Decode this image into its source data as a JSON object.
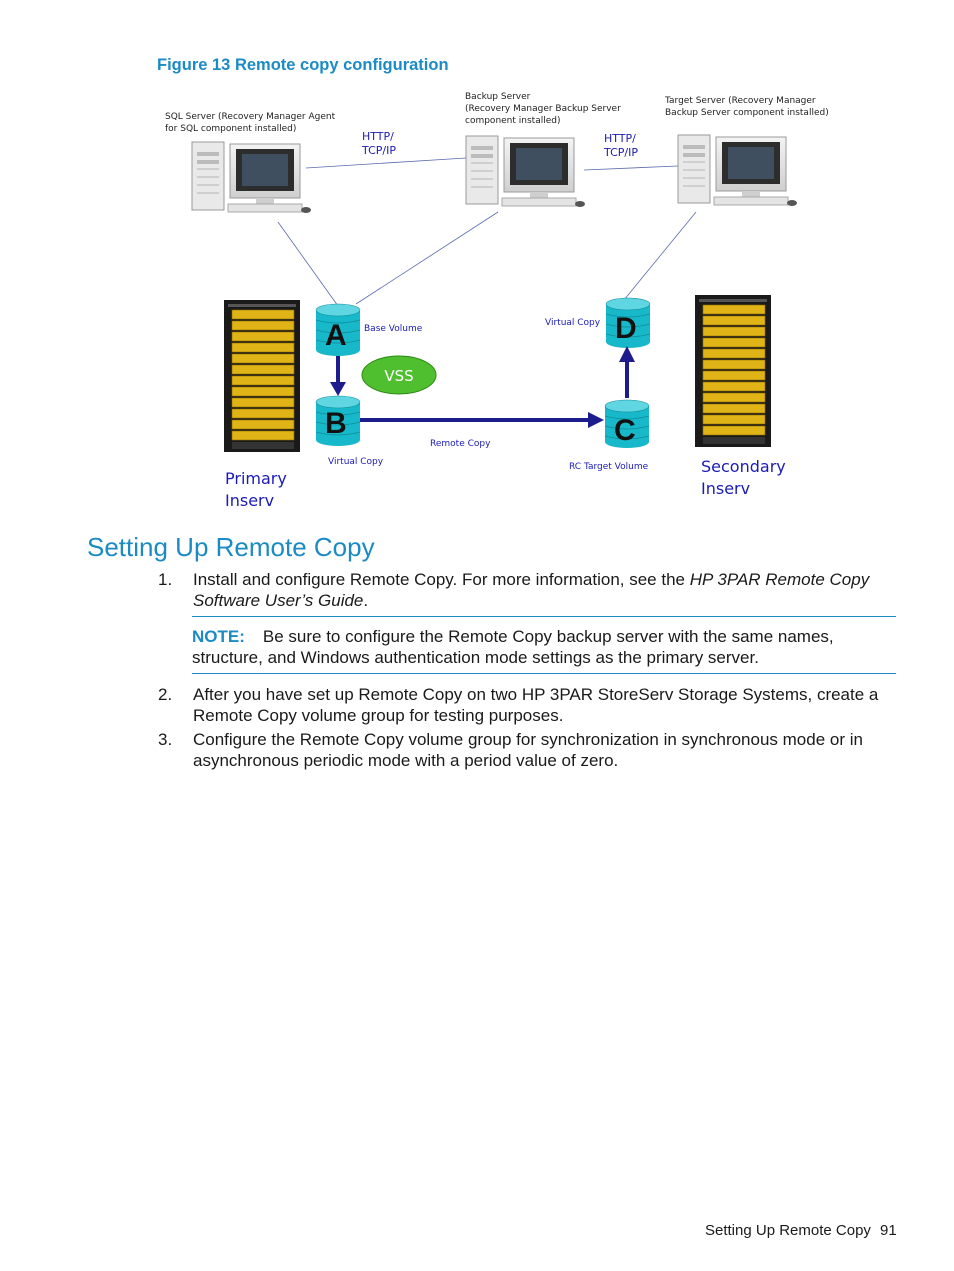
{
  "figure": {
    "caption": "Figure 13 Remote copy configuration",
    "servers": {
      "sql": {
        "line1": "SQL Server (Recovery Manager Agent",
        "line2": "for SQL component installed)"
      },
      "backup": {
        "line1": "Backup Server",
        "line2": "(Recovery Manager Backup Server",
        "line3": "component installed)"
      },
      "target": {
        "line1": "Target Server (Recovery Manager",
        "line2": "Backup Server component installed)"
      }
    },
    "protocol_left": {
      "line1": "HTTP/",
      "line2": "TCP/IP"
    },
    "protocol_right": {
      "line1": "HTTP/",
      "line2": "TCP/IP"
    },
    "volumes": {
      "a": {
        "letter": "A",
        "label": "Base Volume"
      },
      "b": {
        "letter": "B",
        "label": "Virtual Copy"
      },
      "c": {
        "letter": "C",
        "label": "RC Target Volume"
      },
      "d": {
        "letter": "D",
        "label": "Virtual Copy"
      }
    },
    "vss_label": "VSS",
    "remote_copy_label": "Remote Copy",
    "primary": {
      "line1": "Primary",
      "line2": "Inserv"
    },
    "secondary": {
      "line1": "Secondary",
      "line2": "Inserv"
    },
    "colors": {
      "cylinder": "#17b8c9",
      "vss": "#4fbf2f",
      "arrow": "#1c1c8c",
      "label_blue": "#1b1bb8"
    }
  },
  "section": {
    "title": "Setting Up Remote Copy",
    "steps": [
      {
        "num": "1.",
        "text_plain": "Install and configure Remote Copy. For more information, see the ",
        "text_italic": "HP 3PAR Remote Copy Software User’s Guide",
        "text_end": "."
      },
      {
        "num": "2.",
        "text": "After you have set up Remote Copy on two HP 3PAR StoreServ Storage Systems, create a Remote Copy volume group for testing purposes."
      },
      {
        "num": "3.",
        "text": "Configure the Remote Copy volume group for synchronization in synchronous mode or in asynchronous periodic mode with a period value of zero."
      }
    ],
    "note": {
      "label": "NOTE:",
      "text": "Be sure to configure the Remote Copy backup server with the same names, structure, and Windows authentication mode settings as the primary server."
    }
  },
  "footer": {
    "title": "Setting Up Remote Copy",
    "page": "91"
  }
}
